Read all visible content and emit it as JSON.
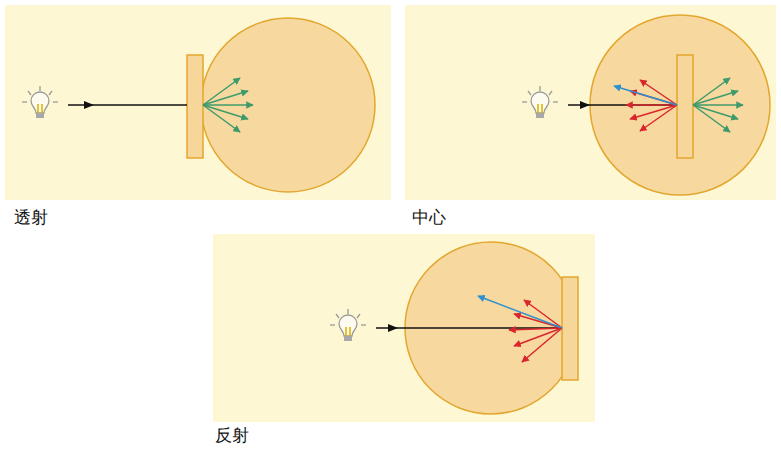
{
  "diagram": {
    "labels": [
      "透射",
      "中心",
      "反射"
    ]
  }
}
